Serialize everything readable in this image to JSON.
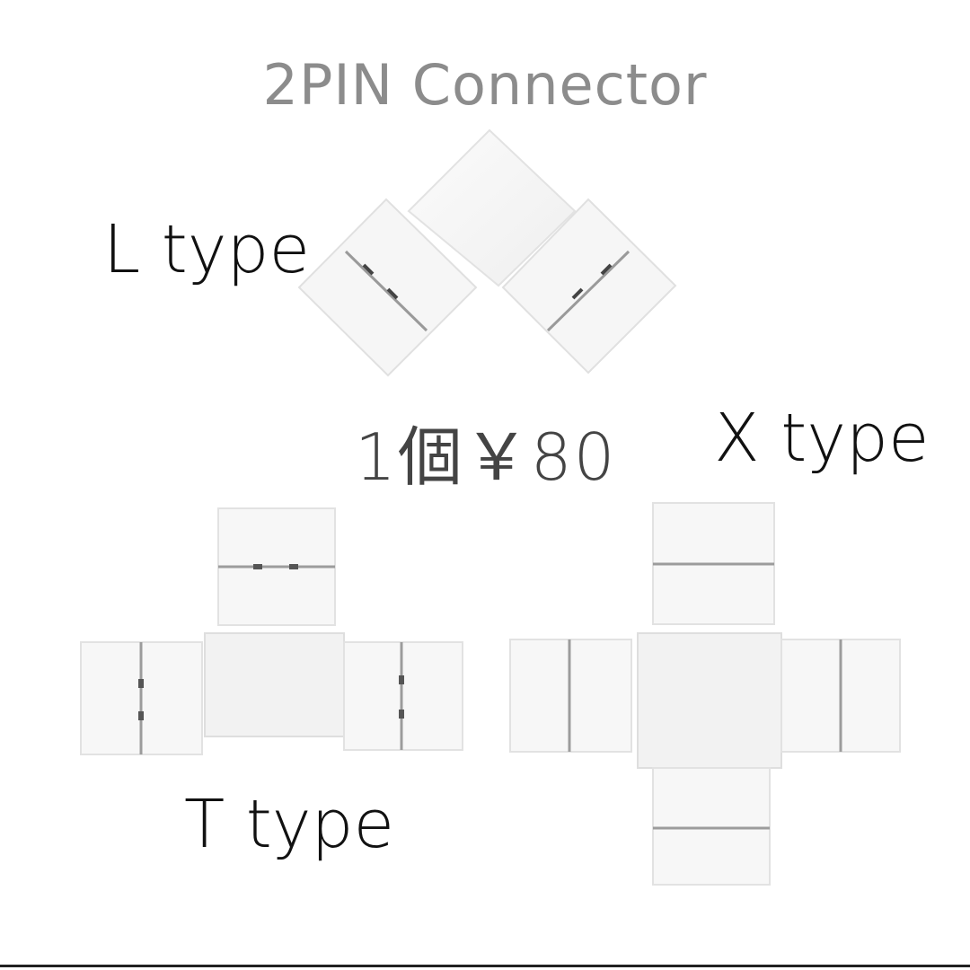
{
  "title": "2PIN Connector",
  "labels": {
    "l_type": "L type",
    "t_type": "T type",
    "x_type": "X type"
  },
  "price": "1個￥80",
  "colors": {
    "connector_fill": "#f7f7f7",
    "connector_edge": "#e4e4e4",
    "pin_dark": "#6a6a6a",
    "title_gray": "#8c8c8c"
  }
}
